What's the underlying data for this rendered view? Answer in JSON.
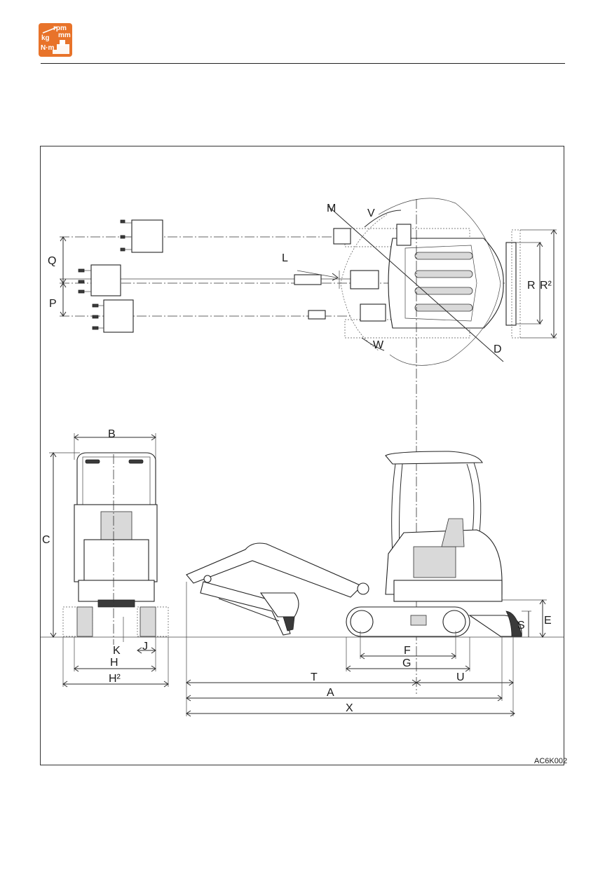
{
  "header": {
    "logo_icon": "specifications-icon",
    "logo_text": [
      "rpm",
      "mm",
      "kg",
      "N·m"
    ],
    "brand_color": "#e8732a"
  },
  "diagram": {
    "code": "AC6K002",
    "top_view_labels": {
      "M": "M",
      "V": "V",
      "L": "L",
      "Q": "Q",
      "P": "P",
      "R": "R",
      "R2": "R²",
      "W": "W",
      "D": "D"
    },
    "front_view_labels": {
      "B": "B",
      "C": "C",
      "K": "K",
      "J": "J",
      "H": "H",
      "H2": "H²"
    },
    "side_view_labels": {
      "E": "E",
      "S": "S",
      "F": "F",
      "G": "G",
      "T": "T",
      "U": "U",
      "A": "A",
      "X": "X"
    }
  }
}
